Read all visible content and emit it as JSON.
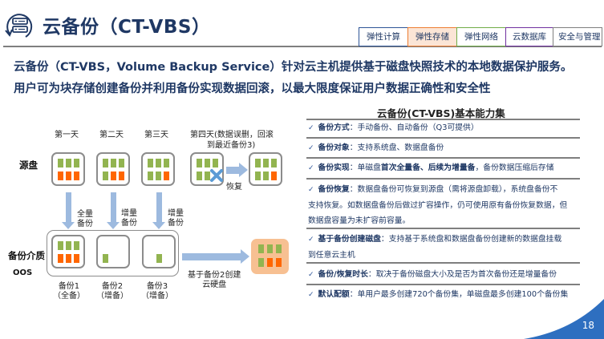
{
  "header": {
    "title": "云备份（CT-VBS）",
    "logo_icon": "server-backup-cycle-icon"
  },
  "categories": [
    {
      "label": "弹性计算",
      "color": "#2e5597",
      "active": false
    },
    {
      "label": "弹性存储",
      "color": "#ed7d31",
      "active": true
    },
    {
      "label": "弹性网络",
      "color": "#70ad47",
      "active": false
    },
    {
      "label": "云数据库",
      "color": "#7030a0",
      "active": false
    },
    {
      "label": "安全与管理",
      "color": "#7f7f7f",
      "active": false
    }
  ],
  "intro": {
    "line1": "云备份（CT-VBS，Volume Backup Service）针对云主机提供基于磁盘快照技术的本地数据保护服务。",
    "line2": "用户可为块存储创建备份并利用备份实现数据回滚，以最大限度保证用户数据正确性和安全性"
  },
  "diagram": {
    "row_labels": {
      "source": "源盘",
      "medium": "备份介质",
      "oos": "OOS"
    },
    "days": [
      "第一天",
      "第二天",
      "第三天",
      "第四天(数据误删，回滚",
      "到最近备份3)"
    ],
    "arrow_labels": [
      {
        "line1": "全量",
        "line2": "备份"
      },
      {
        "line1": "增量",
        "line2": "备份"
      },
      {
        "line1": "增量",
        "line2": "备份"
      }
    ],
    "restore_label": "恢复",
    "backups": [
      {
        "name": "备份1",
        "type": "（全备）"
      },
      {
        "name": "备份2",
        "type": "（增备）"
      },
      {
        "name": "备份3",
        "type": "（增备）"
      }
    ],
    "create_label_line1": "基于备份2创建",
    "create_label_line2": "云硬盘",
    "colors": {
      "unchanged": "#92b450",
      "changed": "#ff6600",
      "arrow": "#9dbadf"
    }
  },
  "capabilities": {
    "title": "云备份(CT-VBS)基本能力集",
    "items": [
      {
        "key": "备份方式",
        "text": "：手动备份、自动备份（Q3可提供）"
      },
      {
        "key": "备份对象",
        "text": "：支持系统盘、数据盘备份"
      },
      {
        "key": "备份实现",
        "text_a": "：单磁盘",
        "bold": "首次全量备、后续为增量备",
        "text_b": "，备份数据压缩后存储"
      },
      {
        "key": "备份恢复",
        "text": "：数据盘备份可恢复到源盘（需将源盘卸载），系统盘备份不",
        "cont1": "支持恢复。如数据盘备份后做过扩容操作，仍可使用原有备份恢复数据，但",
        "cont2": "数据盘容量为未扩容前容量。"
      },
      {
        "key": "基于备份创建磁盘",
        "text": "：支持基于系统盘和数据盘备份创建新的数据盘挂载",
        "cont1": "到任意云主机"
      },
      {
        "key": "备份/恢复时长",
        "text": "：取决于备份磁盘大小及是否为首次备份还是增量备份"
      },
      {
        "key": "默认配额",
        "text": "：单用户最多创建720个备份集，单磁盘最多创建100个备份集"
      }
    ]
  },
  "page_number": "18"
}
